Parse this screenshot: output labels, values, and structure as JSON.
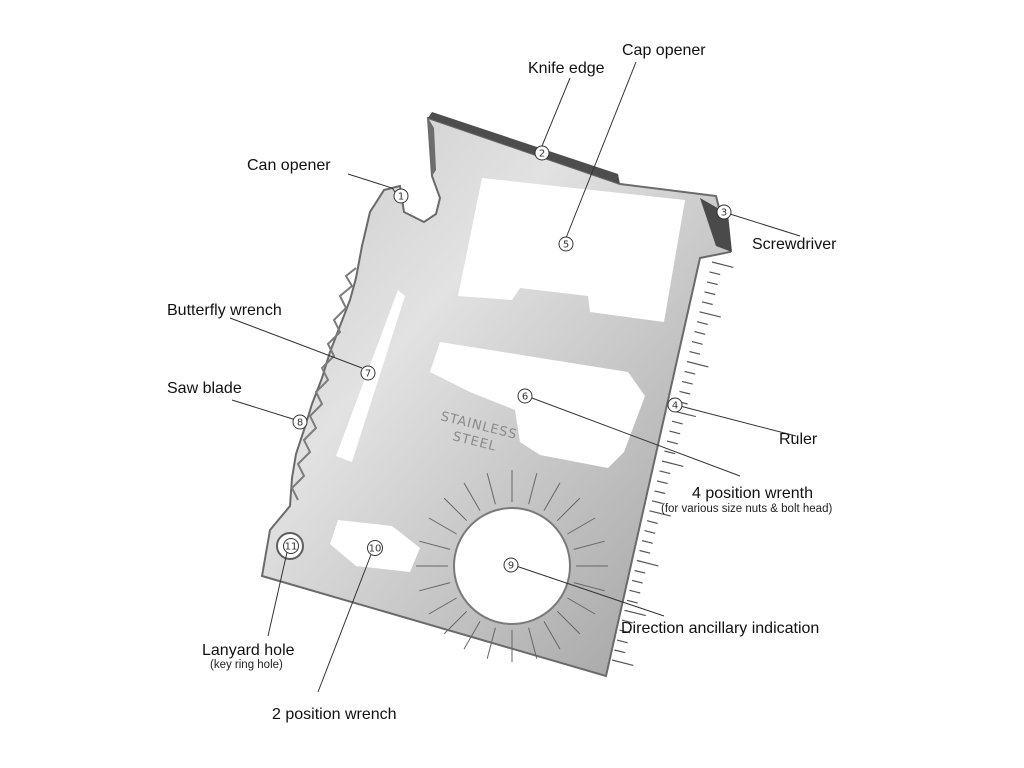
{
  "card": {
    "emboss_line1": "STAINLESS",
    "emboss_line2": "STEEL"
  },
  "callouts": [
    {
      "id": "can-opener",
      "number": "1",
      "label": "Can opener"
    },
    {
      "id": "knife-edge",
      "number": "2",
      "label": "Knife edge"
    },
    {
      "id": "screwdriver",
      "number": "3",
      "label": "Screwdriver"
    },
    {
      "id": "ruler",
      "number": "4",
      "label": "Ruler"
    },
    {
      "id": "cap-opener",
      "number": "5",
      "label": "Cap opener"
    },
    {
      "id": "four-position-wrench",
      "number": "6",
      "label": "4 position wrenth",
      "sublabel": "(for various size nuts & bolt head)"
    },
    {
      "id": "butterfly-wrench",
      "number": "7",
      "label": "Butterfly wrench"
    },
    {
      "id": "saw-blade",
      "number": "8",
      "label": "Saw blade"
    },
    {
      "id": "direction-indication",
      "number": "9",
      "label": "Direction ancillary indication"
    },
    {
      "id": "two-position-wrench",
      "number": "10",
      "label": "2 position wrench"
    },
    {
      "id": "lanyard-hole",
      "number": "11",
      "label": "Lanyard hole",
      "sublabel": "(key ring hole)"
    }
  ],
  "colors": {
    "steel_light": "#d9d9d9",
    "steel_mid": "#b3b3b3",
    "steel_dark": "#5a5a5a",
    "line": "#333333"
  }
}
